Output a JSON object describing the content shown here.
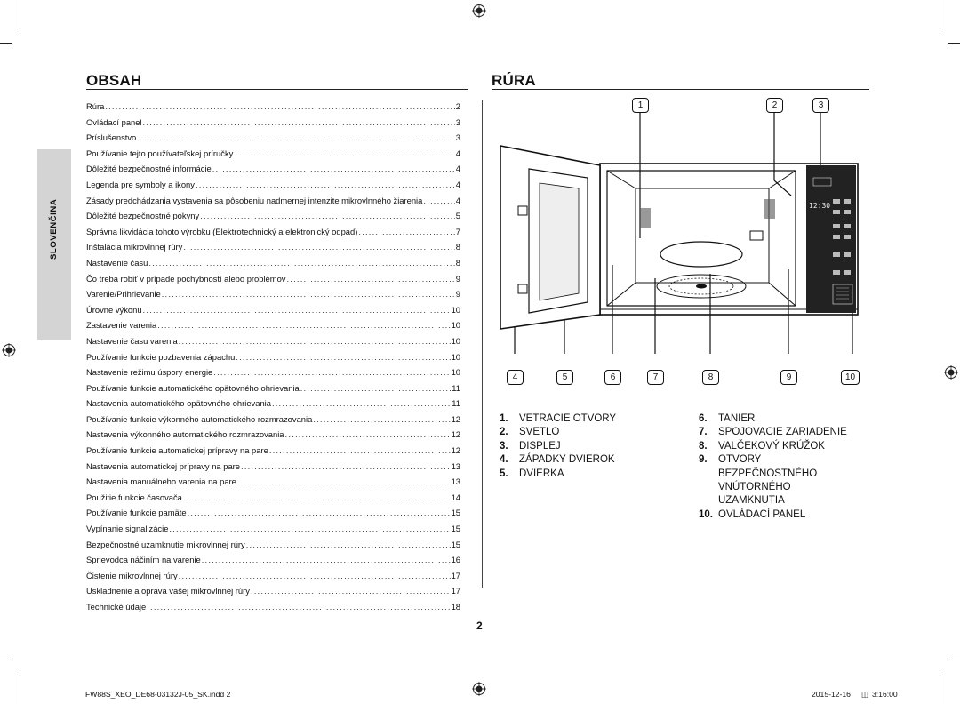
{
  "left": {
    "heading": "OBSAH",
    "side_tab": "SLOVENČINA",
    "toc": [
      {
        "label": "Rúra",
        "page": "2"
      },
      {
        "label": "Ovládací panel",
        "page": "3"
      },
      {
        "label": "Príslušenstvo",
        "page": "3"
      },
      {
        "label": "Používanie tejto používateľskej príručky",
        "page": "4"
      },
      {
        "label": "Dôležité bezpečnostné informácie",
        "page": "4"
      },
      {
        "label": "Legenda pre symboly a ikony",
        "page": "4"
      },
      {
        "label": "Zásady predchádzania vystavenia sa pôsobeniu nadmernej intenzite mikrovlnného žiarenia",
        "page": "4"
      },
      {
        "label": "Dôležité bezpečnostné pokyny",
        "page": "5"
      },
      {
        "label": "Správna likvidácia tohoto výrobku (Elektrotechnický a elektronický odpad)",
        "page": "7"
      },
      {
        "label": "Inštalácia mikrovlnnej rúry",
        "page": "8"
      },
      {
        "label": "Nastavenie času",
        "page": "8"
      },
      {
        "label": "Čo treba robiť v prípade pochybností alebo problémov",
        "page": "9"
      },
      {
        "label": "Varenie/Prihrievanie",
        "page": "9"
      },
      {
        "label": "Úrovne výkonu",
        "page": "10"
      },
      {
        "label": "Zastavenie varenia",
        "page": "10"
      },
      {
        "label": "Nastavenie času varenia",
        "page": "10"
      },
      {
        "label": "Používanie funkcie pozbavenia zápachu",
        "page": "10"
      },
      {
        "label": "Nastavenie režimu úspory energie",
        "page": "10"
      },
      {
        "label": "Používanie funkcie automatického opätovného ohrievania",
        "page": "11"
      },
      {
        "label": "Nastavenia automatického opätovného ohrievania",
        "page": "11"
      },
      {
        "label": "Používanie funkcie výkonného automatického rozmrazovania",
        "page": "12"
      },
      {
        "label": "Nastavenia výkonného automatického rozmrazovania",
        "page": "12"
      },
      {
        "label": "Používanie funkcie automatickej prípravy na pare",
        "page": "12"
      },
      {
        "label": "Nastavenia automatickej prípravy na pare",
        "page": "13"
      },
      {
        "label": "Nastavenia manuálneho varenia na pare",
        "page": "13"
      },
      {
        "label": "Použitie funkcie časovača",
        "page": "14"
      },
      {
        "label": "Používanie funkcie pamäte",
        "page": "15"
      },
      {
        "label": "Vypínanie signalizácie",
        "page": "15"
      },
      {
        "label": "Bezpečnostné uzamknutie mikrovlnnej rúry",
        "page": "15"
      },
      {
        "label": "Sprievodca náčiním na varenie",
        "page": "16"
      },
      {
        "label": "Čistenie mikrovlnnej rúry",
        "page": "17"
      },
      {
        "label": "Uskladnenie a oprava vašej mikrovlnnej rúry",
        "page": "17"
      },
      {
        "label": "Technické údaje",
        "page": "18"
      }
    ]
  },
  "right": {
    "heading": "RÚRA",
    "display_text": "12:30",
    "callouts_top": [
      "1",
      "2",
      "3"
    ],
    "callouts_bottom": [
      "4",
      "5",
      "6",
      "7",
      "8",
      "9",
      "10"
    ],
    "legend_left": [
      {
        "num": "1.",
        "label": "VETRACIE OTVORY"
      },
      {
        "num": "2.",
        "label": "SVETLO"
      },
      {
        "num": "3.",
        "label": "DISPLEJ"
      },
      {
        "num": "4.",
        "label": "ZÁPADKY DVIEROK"
      },
      {
        "num": "5.",
        "label": "DVIERKA"
      }
    ],
    "legend_right": [
      {
        "num": "6.",
        "label": "TANIER"
      },
      {
        "num": "7.",
        "label": "SPOJOVACIE ZARIADENIE"
      },
      {
        "num": "8.",
        "label": "VALČEKOVÝ KRÚŽOK"
      },
      {
        "num": "9.",
        "label": "OTVORY\nBEZPEČNOSTNÉHO\nVNÚTORNÉHO\nUZAMKNUTIA"
      },
      {
        "num": "10.",
        "label": "OVLÁDACÍ PANEL"
      }
    ]
  },
  "page_number": "2",
  "footer": {
    "file": "FW88S_XEO_DE68-03132J-05_SK.indd   2",
    "date": "2015-12-16",
    "time": "3:16:00"
  }
}
